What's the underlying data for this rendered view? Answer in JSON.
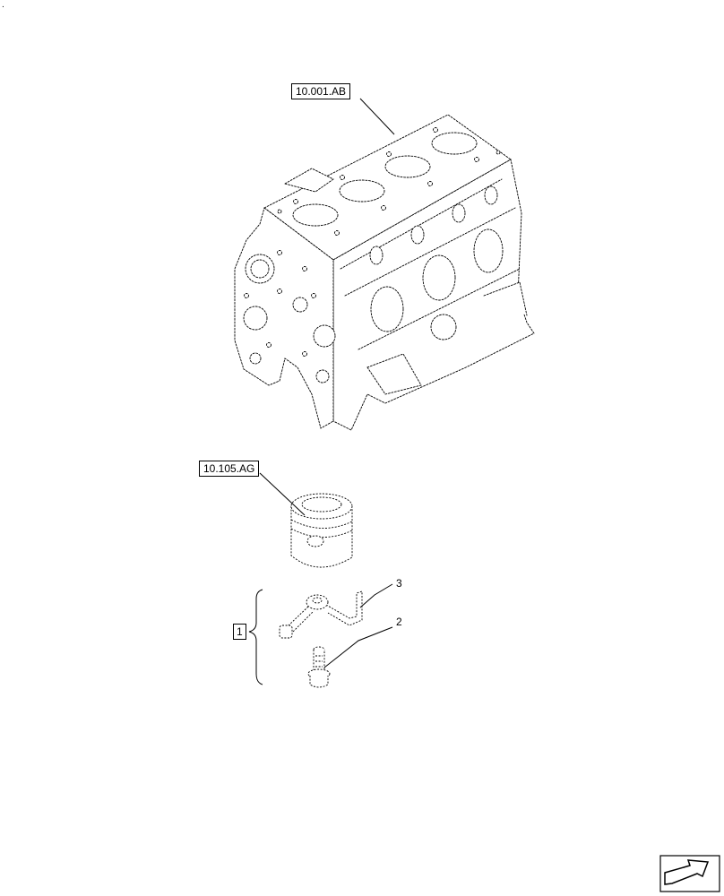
{
  "corner_mark": ".",
  "callouts": {
    "block_ref": "10.001.AB",
    "piston_ref": "10.105.AG",
    "group": "1",
    "item_bolt": "2",
    "item_nozzle": "3"
  },
  "icons": {
    "engine_block": "engine-block-illustration",
    "piston": "piston-illustration",
    "nozzle": "oil-jet-nozzle-illustration",
    "bolt": "banjo-bolt-illustration",
    "nav": "next-page-arrow-icon"
  }
}
